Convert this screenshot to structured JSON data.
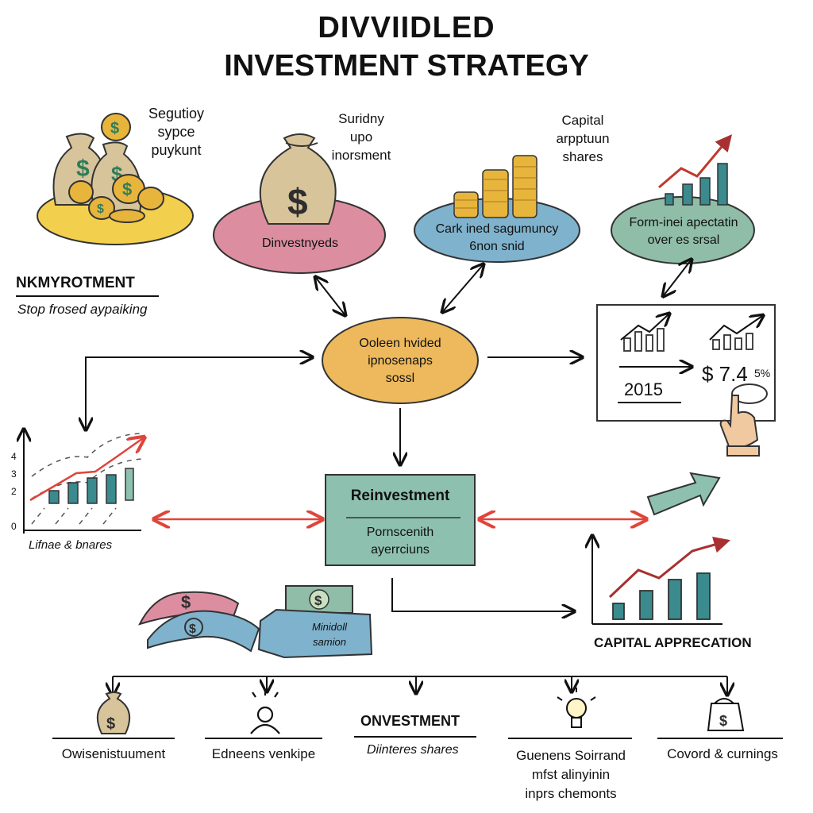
{
  "title": {
    "line1": "DIVVIIDLED",
    "line2": "INVESTMENT STRATEGY"
  },
  "colors": {
    "yellow": "#f3cf4e",
    "pink": "#dc8ea0",
    "blue": "#7fb2cd",
    "sage": "#8fbda8",
    "orange": "#edb95c",
    "teal": "#8ec0b0",
    "red_arrow": "#e0443a",
    "bar": "#3a8a8e",
    "trend": "#a83030",
    "gold": "#e8b53c",
    "sack": "#d8c49a"
  },
  "top": {
    "coins": {
      "label": [
        "Segutioy",
        "sypce",
        "puykunt"
      ]
    },
    "sack": {
      "label": [
        "Suridny",
        "upo",
        "inorsment"
      ],
      "oval_text": "Dinvestnyeds"
    },
    "stacks": {
      "label": [
        "Capital",
        "arpptuun",
        "shares"
      ],
      "oval_text": [
        "Cark  ined  sagumuncy",
        "6non  snid"
      ]
    },
    "growth": {
      "oval_text": [
        "Form-inei  apectatin",
        "over  es  srsal"
      ]
    }
  },
  "left": {
    "heading": "NKMYROTMENT",
    "subheading": "Stop frosed aypaiking",
    "chart_caption": "Lifnae & bnares",
    "chart_ticks": [
      "4",
      "3",
      "2",
      "0"
    ]
  },
  "center": {
    "oval_text": [
      "Ooleen  hvided",
      "ipnosenaps",
      "sossl"
    ],
    "box_title": "Reinvestment",
    "box_text": [
      "Pornscenith",
      "ayerrciuns"
    ]
  },
  "right": {
    "board_year": "2015",
    "board_value": "$ 7.4",
    "board_pct": "5%",
    "chart_caption": "CAPITAL APPRECATION"
  },
  "money": {
    "label": [
      "Minidoll",
      "samion"
    ]
  },
  "bottom": {
    "mid_heading": "ONVESTMENT",
    "mid_sub": "Diinteres shares",
    "items": [
      {
        "icon": "money-bag-icon",
        "label": [
          "Owisenistuument"
        ]
      },
      {
        "icon": "person-icon",
        "label": [
          "Edneens venkipe"
        ]
      },
      {
        "icon": "lightbulb-icon",
        "label": [
          "Guenens Soirrand",
          "mfst alinyinin",
          "inprs chemonts"
        ]
      },
      {
        "icon": "moneybox-icon",
        "label": [
          "Covord & curnings"
        ]
      }
    ]
  }
}
